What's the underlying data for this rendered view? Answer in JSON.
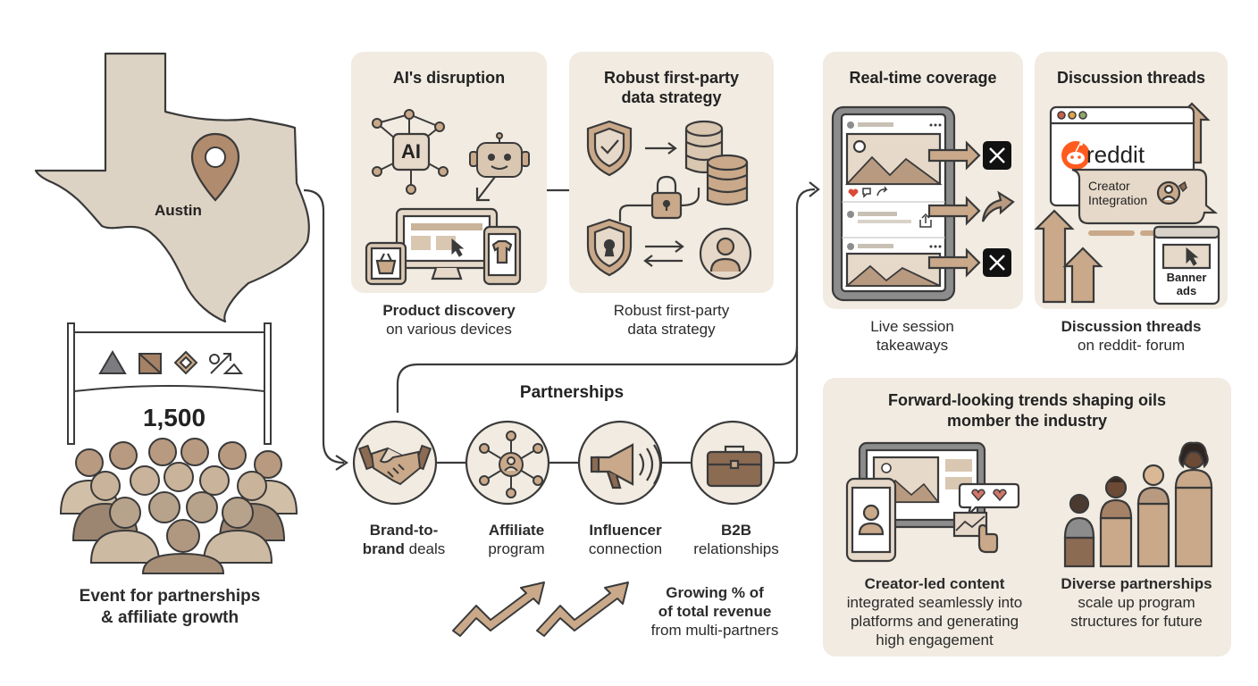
{
  "colors": {
    "beige_panel": "#f1ebe1",
    "tan": "#c9a98a",
    "brown": "#8c6b53",
    "light_tan": "#e6d9c9",
    "map": "#ddd3c4",
    "outline": "#3a3a3a"
  },
  "map": {
    "city_label": "Austin"
  },
  "event": {
    "attendees": "1,500",
    "caption_line1": "Event for partnerships",
    "caption_line2": "& affiliate growth"
  },
  "ai": {
    "title": "AI's disruption",
    "ai_badge": "AI",
    "caption_bold": "Product discovery",
    "caption_rest": "on various devices"
  },
  "data_strategy": {
    "title_line1": "Robust first-party",
    "title_line2": "data strategy",
    "caption_line1": "Robust first-party",
    "caption_line2": "data strategy"
  },
  "realtime": {
    "title": "Real-time coverage",
    "caption_line1": "Live session",
    "caption_line2": "takeaways"
  },
  "threads": {
    "title": "Discussion threads",
    "reddit_word": "reddit",
    "bubble_line1": "Creator",
    "bubble_line2": "Integration",
    "banner_line1": "Banner",
    "banner_line2": "ads",
    "caption_bold": "Discussion threads",
    "caption_rest": "on reddit- forum"
  },
  "partnerships": {
    "title": "Partnerships",
    "items": [
      {
        "icon": "handshake-icon",
        "bold1": "Brand-to-",
        "bold2": "brand",
        "rest2": " deals"
      },
      {
        "icon": "network-icon",
        "bold1": "Affiliate",
        "rest2": "program"
      },
      {
        "icon": "megaphone-icon",
        "bold1": "Influencer",
        "rest2": "connection"
      },
      {
        "icon": "briefcase-icon",
        "bold1": "B2B",
        "rest2": "relationships"
      }
    ]
  },
  "growth": {
    "line1": "Growing % of",
    "line2": "of total revenue",
    "line3": "from multi-partners"
  },
  "trends": {
    "title_line1": "Forward-looking trends shaping oils",
    "title_line2": "momber the industry",
    "left_bold": "Creator-led content",
    "left_line2": "integrated seamlessly into",
    "left_line3": "platforms and generating",
    "left_line4": "high engagement",
    "right_bold": "Diverse partnerships",
    "right_line2": "scale up program",
    "right_line3": "structures for future"
  }
}
